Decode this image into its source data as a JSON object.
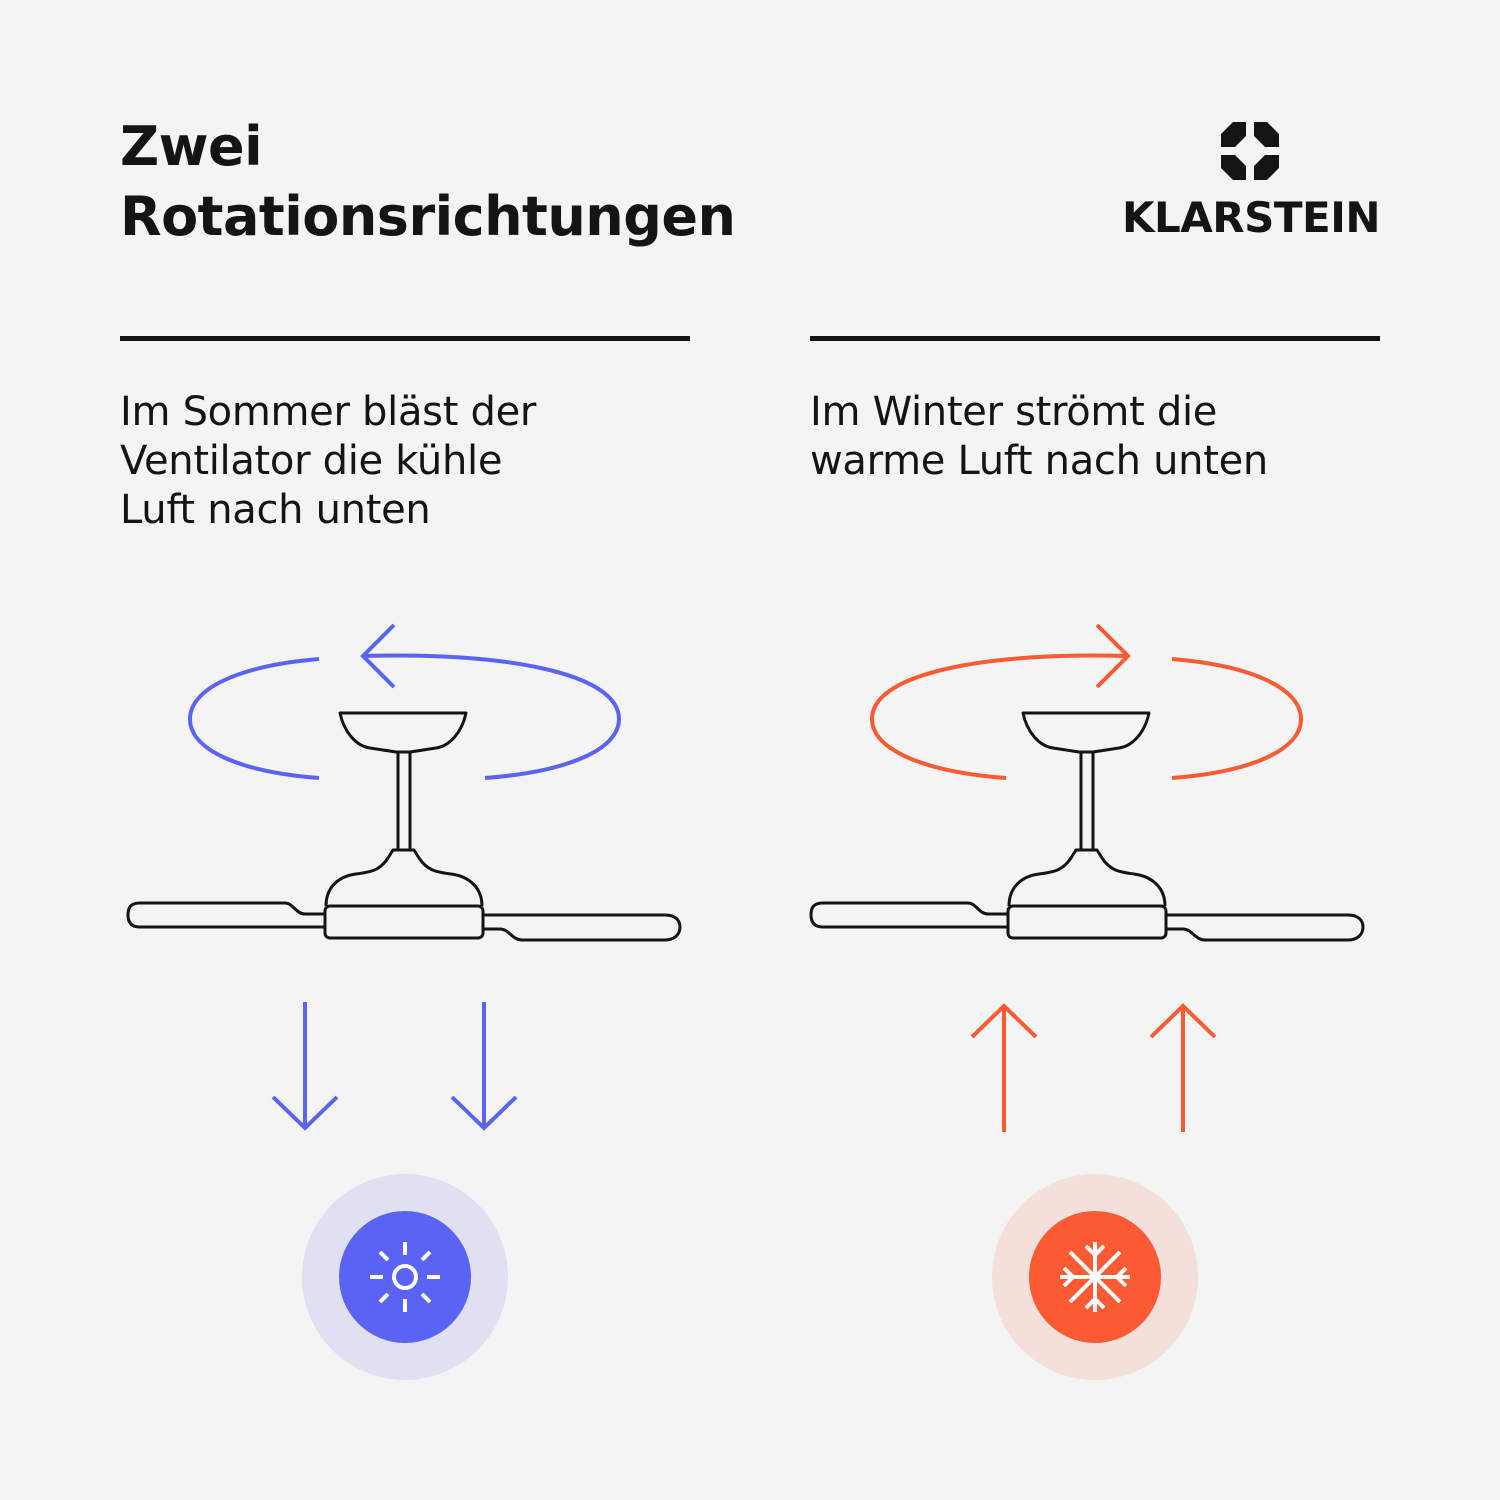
{
  "title": {
    "line1": "Zwei",
    "line2": "Rotationsrichtungen"
  },
  "brand": {
    "name": "KLARSTEIN",
    "icon": "klarstein-logo-icon"
  },
  "summer": {
    "text_lines": [
      "Im Sommer bläst der",
      "Ventilator die kühle",
      "Luft nach unten"
    ],
    "rotation": "counterclockwise",
    "airflow": "down",
    "icon": "sun-icon",
    "color": "#5b63f5",
    "halo_color": "#e0e0f3"
  },
  "winter": {
    "text_lines": [
      "Im Winter strömt die",
      "warme Luft nach unten"
    ],
    "rotation": "clockwise",
    "airflow": "up",
    "icon": "snowflake-icon",
    "color": "#fb5a32",
    "halo_color": "#f4e0da"
  },
  "colors": {
    "background": "#f4f4f4",
    "ink": "#141414"
  }
}
